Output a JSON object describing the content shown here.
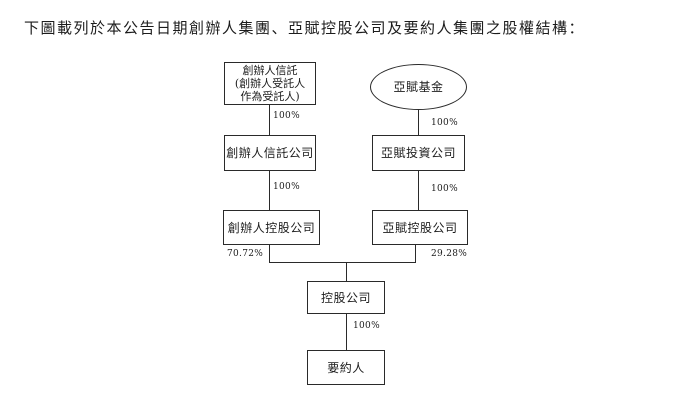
{
  "title": "下圖載列於本公告日期創辦人集團、亞賦控股公司及要約人集團之股權結構：",
  "diagram": {
    "nodes": {
      "founder_trust": {
        "label": "創辦人信託\n(創辦人受託人\n作為受託人)"
      },
      "yafu_fund": {
        "label": "亞賦基金"
      },
      "founder_trust_company": {
        "label": "創辦人信託公司"
      },
      "yafu_investment_company": {
        "label": "亞賦投資公司"
      },
      "founder_holding_company": {
        "label": "創辦人控股公司"
      },
      "yafu_holding_company": {
        "label": "亞賦控股公司"
      },
      "holding_company": {
        "label": "控股公司"
      },
      "offeror": {
        "label": "要約人"
      }
    },
    "ownership_labels": {
      "trust_to_trust_company": "100%",
      "fund_to_investment_company": "100%",
      "trust_company_to_founder_holding": "100%",
      "investment_company_to_yafu_holding": "100%",
      "founder_holding_in_holding": "70.72%",
      "yafu_holding_in_holding": "29.28%",
      "holding_to_offeror": "100%"
    }
  }
}
